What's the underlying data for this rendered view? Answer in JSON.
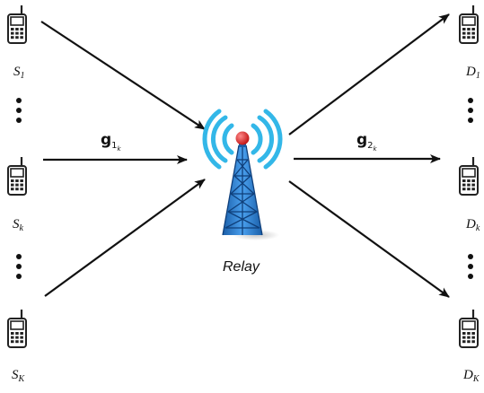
{
  "colors": {
    "arrow": "#111111",
    "tower": "#2a7fd4",
    "tower_dark": "#1a5ea8",
    "signal": "#33b7e8",
    "beacon": "#e02020",
    "phone": "#222222"
  },
  "sources": [
    {
      "base": "S",
      "sub": "1"
    },
    {
      "base": "S",
      "sub": "k"
    },
    {
      "base": "S",
      "sub": "K"
    }
  ],
  "destinations": [
    {
      "base": "D",
      "sub": "1"
    },
    {
      "base": "D",
      "sub": "k"
    },
    {
      "base": "D",
      "sub": "K"
    }
  ],
  "relay": {
    "label": "Relay"
  },
  "channels": {
    "g1": {
      "base": "g",
      "sub": "1",
      "subsub": "k"
    },
    "g2": {
      "base": "g",
      "sub": "2",
      "subsub": "k"
    }
  },
  "icons": {
    "phone": "mobile-phone-icon",
    "relay": "relay-tower-icon",
    "ellipsis": "vertical-ellipsis"
  }
}
